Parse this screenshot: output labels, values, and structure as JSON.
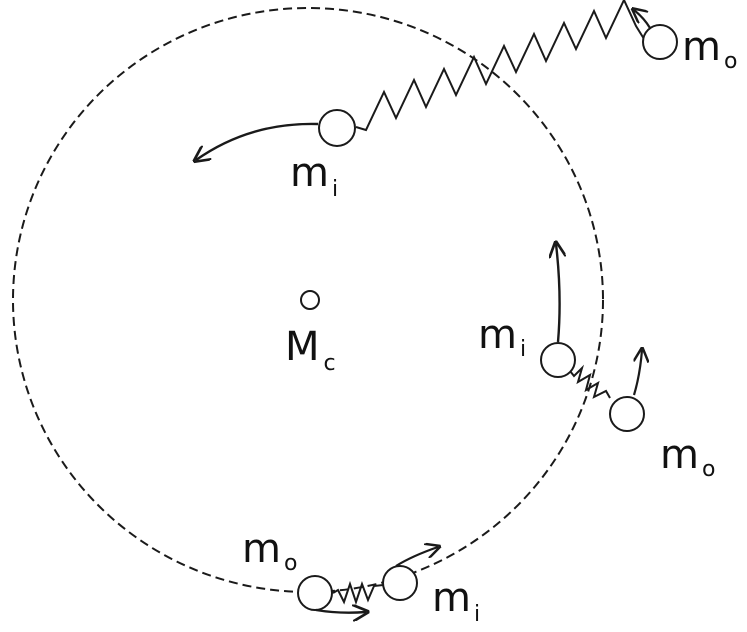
{
  "labels": {
    "central_mass": {
      "main": "M",
      "sub": "c"
    },
    "inner_mass": {
      "main": "m",
      "sub": "i"
    },
    "outer_mass": {
      "main": "m",
      "sub": "o"
    }
  },
  "colors": {
    "stroke": "#1a1a1a",
    "background": "#ffffff"
  }
}
